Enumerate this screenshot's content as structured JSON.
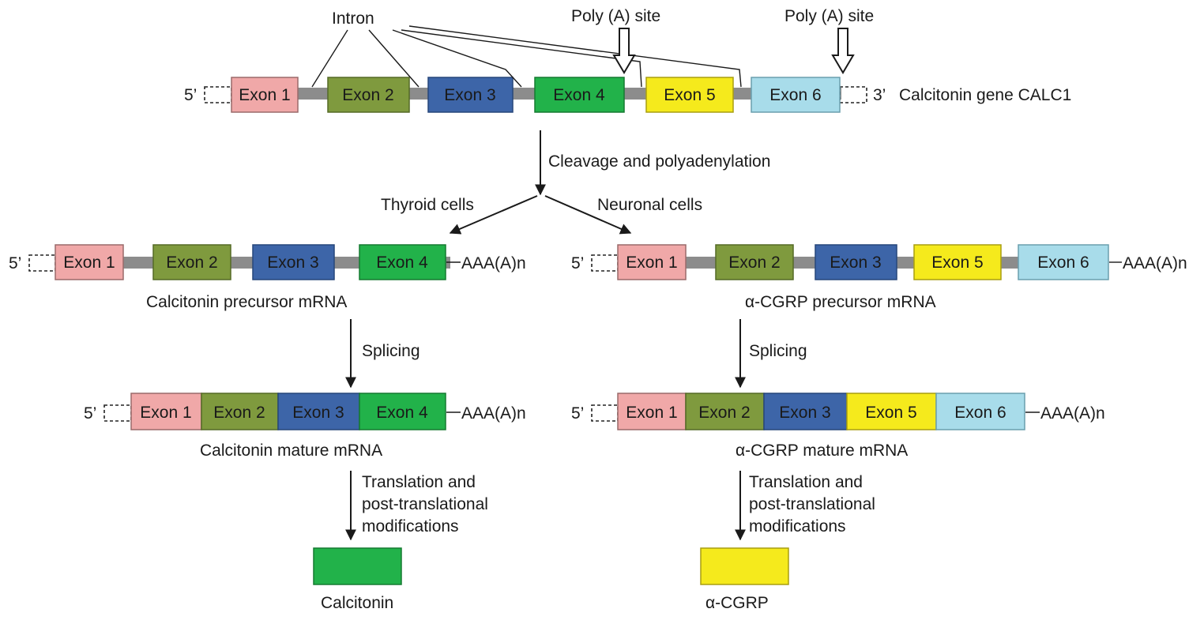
{
  "labels": {
    "intron": "Intron",
    "polyA_left": "Poly (A) site",
    "polyA_right": "Poly (A) site",
    "five_prime": "5’",
    "three_prime": "3’",
    "gene_name": "Calcitonin gene CALC1",
    "cleavage": "Cleavage and polyadenylation",
    "thyroid": "Thyroid cells",
    "neuronal": "Neuronal cells",
    "polyA_tail": "AAA(A)n",
    "calcitonin_precursor": "Calcitonin precursor mRNA",
    "cgrp_precursor": "α-CGRP precursor mRNA",
    "splicing": "Splicing",
    "calcitonin_mature": "Calcitonin mature mRNA",
    "cgrp_mature": "α-CGRP mature mRNA",
    "translation_1": "Translation and",
    "translation_2": "post-translational",
    "translation_3": "modifications",
    "calcitonin": "Calcitonin",
    "cgrp": "α-CGRP"
  },
  "exons": {
    "e1": "Exon 1",
    "e2": "Exon 2",
    "e3": "Exon 3",
    "e4": "Exon 4",
    "e5": "Exon 5",
    "e6": "Exon 6"
  },
  "colors": {
    "exon1": "#f0a8a8",
    "exon2": "#7f9a3e",
    "exon3": "#3d65a8",
    "exon4": "#22b24a",
    "exon5": "#f5ea1c",
    "exon6": "#a8dcea",
    "intron": "#8c8c8c"
  }
}
